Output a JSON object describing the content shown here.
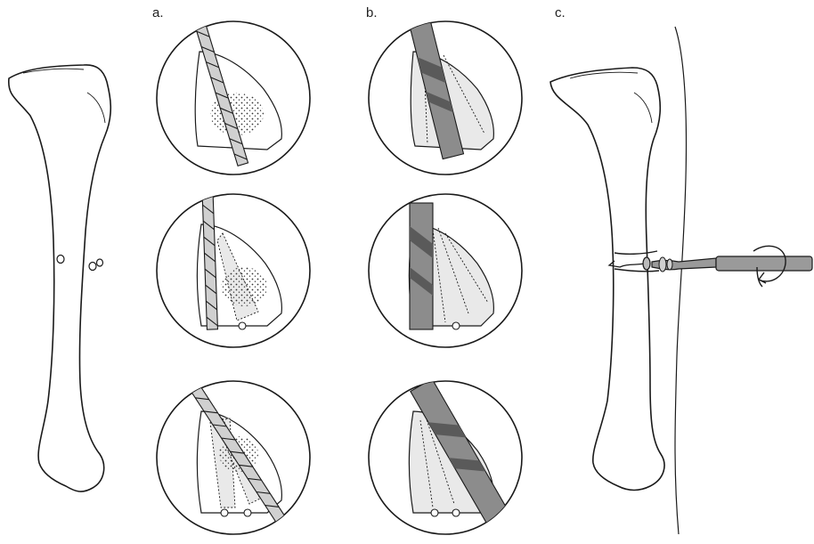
{
  "panels": {
    "a": {
      "label": "a."
    },
    "b": {
      "label": "b."
    },
    "c": {
      "label": "c."
    }
  },
  "colors": {
    "line": "#1a1a1a",
    "inner_fill": "#e9e9e9",
    "bar_fill": "#8c8c8c",
    "bar_band": "#5a5a5a"
  },
  "icons": {
    "drill": "twist-drill-icon",
    "osteotome": "flat-bar-icon",
    "handle": "rotating-handle-icon",
    "rotation": "curved-arrow-icon"
  }
}
